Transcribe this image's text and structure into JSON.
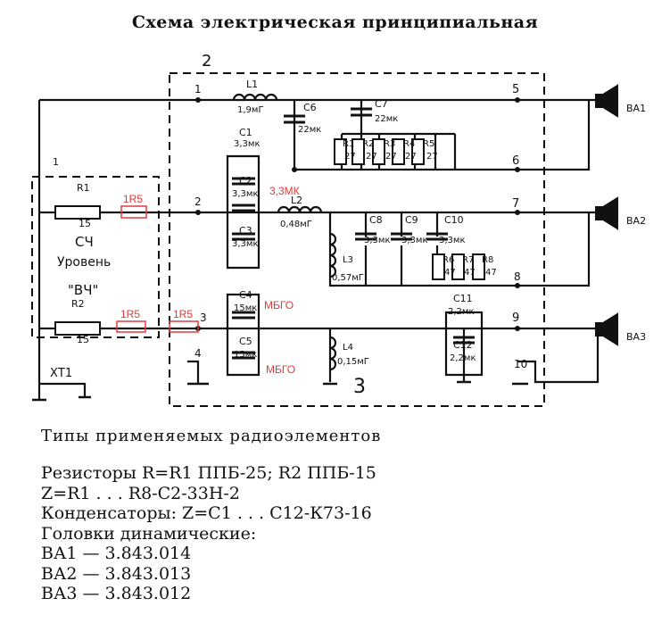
{
  "title": "Схема электрическая принципиальная",
  "blocks": {
    "block_1": "1",
    "block_2": "2",
    "block_3": "3"
  },
  "components": {
    "L1": {
      "name": "L1",
      "value": "1,9мГ"
    },
    "L2": {
      "name": "L2",
      "value": "0,48мГ"
    },
    "L3": {
      "name": "L3",
      "value": "0,57мГ"
    },
    "L4": {
      "name": "L4",
      "value": "0,15мГ"
    },
    "C1": {
      "name": "C1",
      "value": "3,3мк"
    },
    "C2": {
      "name": "C2",
      "value": "3,3мк"
    },
    "C3": {
      "name": "C3",
      "value": "3,3мк"
    },
    "C4": {
      "name": "C4",
      "value": "15мк"
    },
    "C5": {
      "name": "C5",
      "value": "15мк"
    },
    "C6": {
      "name": "C6",
      "value": "22мк"
    },
    "C7": {
      "name": "C7",
      "value": "22мк"
    },
    "C8": {
      "name": "C8",
      "value": "3,3мк"
    },
    "C9": {
      "name": "C9",
      "value": "3,3мк"
    },
    "C10": {
      "name": "C10",
      "value": "3,3мк"
    },
    "C11": {
      "name": "C11",
      "value": "2,2мк"
    },
    "C12": {
      "name": "C12",
      "value": "2,2мк"
    },
    "R1": {
      "name": "R1",
      "value": "27"
    },
    "R2": {
      "name": "R2",
      "value": "27"
    },
    "R3": {
      "name": "R3",
      "value": "27"
    },
    "R4": {
      "name": "R4",
      "value": "27"
    },
    "R5": {
      "name": "R5",
      "value": "27"
    },
    "R6": {
      "name": "R6",
      "value": "47"
    },
    "R7": {
      "name": "R7",
      "value": "47"
    },
    "R8": {
      "name": "R8",
      "value": "47"
    },
    "pot_R1": {
      "name": "R1",
      "value": "15"
    },
    "pot_R2": {
      "name": "R2",
      "value": "15"
    }
  },
  "nodes": [
    "1",
    "2",
    "3",
    "4",
    "5",
    "6",
    "7",
    "8",
    "9",
    "10"
  ],
  "speakers": {
    "ba1": "ВА1",
    "ba2": "ВА2",
    "ba3": "ВА3"
  },
  "connector": "ХТ1",
  "level_labels": {
    "sch": "СЧ",
    "level": "Уровень",
    "vch": "\"ВЧ\""
  },
  "annotations": {
    "mod_1r5_a": "1R5",
    "mod_1r5_b": "1R5",
    "mod_1r5_c": "1R5",
    "mod_33mk": "3,3МК",
    "mod_mbgo_a": "МБГО",
    "mod_mbgo_b": "МБГО",
    "annotation_color": "#e23a3a"
  },
  "notes": {
    "heading": "Типы применяемых радиоэлементов",
    "lines": [
      "Резисторы R=R1 ППБ-25; R2 ППБ-15",
      "Z=R1 . . . R8-С2-33Н-2",
      "Конденсаторы: Z=С1 . . . С12-К73-16",
      "Головки динамические:",
      "ВА1 — 3.843.014",
      "ВА2 — 3.843.013",
      "ВА3 — 3.843.012"
    ]
  }
}
